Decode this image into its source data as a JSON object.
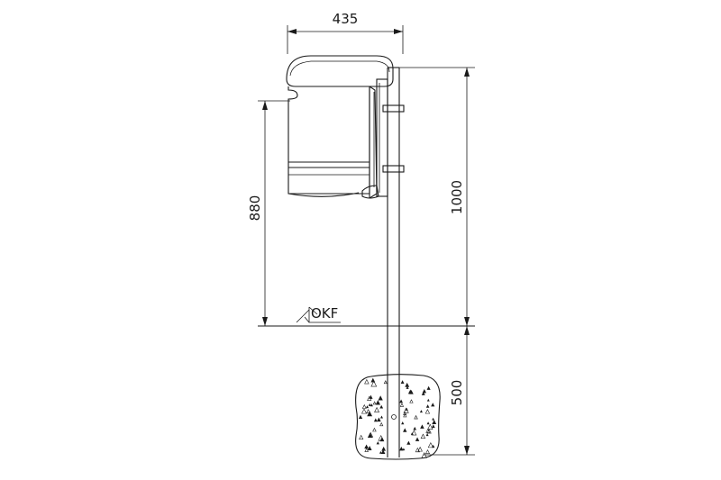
{
  "dimensions": {
    "width": "435",
    "height_total": "1000",
    "height_mounted": "880",
    "depth_foundation": "500"
  },
  "labels": {
    "floor_reference": "OKF"
  },
  "icons": {
    "bin": "waste-bin-icon",
    "post": "post-icon",
    "foundation": "concrete-foundation-icon"
  }
}
